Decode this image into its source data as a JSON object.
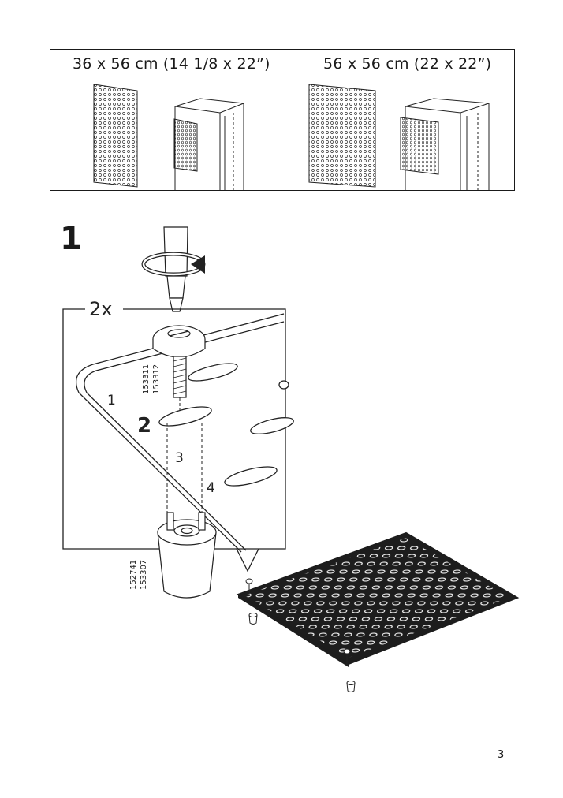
{
  "header_box": {
    "left_size": "36 x 56 cm (14 1/8 x 22”)",
    "right_size": "56 x 56 cm (22 x 22”)"
  },
  "step": {
    "number": "1",
    "quantity": "2x",
    "callouts": [
      "1",
      "2",
      "3",
      "4"
    ],
    "screw_part_numbers": [
      "153311",
      "153312"
    ],
    "foot_part_numbers": [
      "152741",
      "153307"
    ]
  },
  "page_number": "3",
  "icons": [
    "screwdriver-icon",
    "rotation-arrow-icon"
  ]
}
